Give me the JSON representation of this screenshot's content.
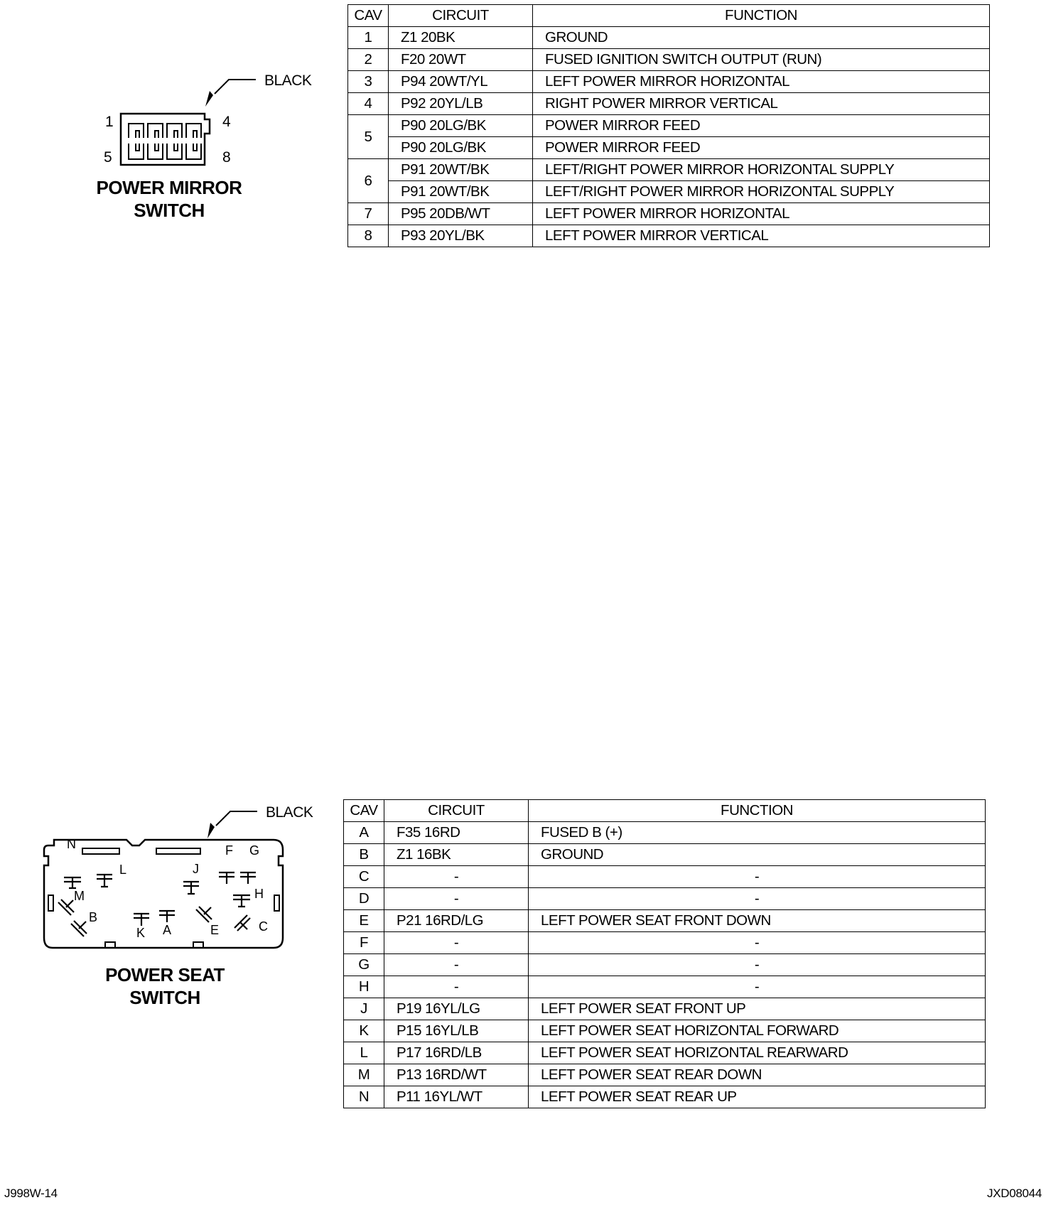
{
  "mirror": {
    "connector_color": "BLACK",
    "pin_labels": {
      "top_left": "1",
      "top_right": "4",
      "bottom_left": "5",
      "bottom_right": "8"
    },
    "title_line1": "POWER MIRROR",
    "title_line2": "SWITCH",
    "headers": {
      "cav": "CAV",
      "circuit": "CIRCUIT",
      "function": "FUNCTION"
    },
    "rows": [
      {
        "cav": "1",
        "circuit": "Z1 20BK",
        "function": "GROUND"
      },
      {
        "cav": "2",
        "circuit": "F20 20WT",
        "function": "FUSED IGNITION SWITCH OUTPUT (RUN)"
      },
      {
        "cav": "3",
        "circuit": "P94 20WT/YL",
        "function": "LEFT POWER MIRROR HORIZONTAL"
      },
      {
        "cav": "4",
        "circuit": "P92 20YL/LB",
        "function": "RIGHT POWER MIRROR VERTICAL"
      },
      {
        "cav": "5",
        "circuit": "P90 20LG/BK",
        "function": "POWER MIRROR FEED"
      },
      {
        "cav": "",
        "circuit": "P90 20LG/BK",
        "function": "POWER MIRROR FEED"
      },
      {
        "cav": "6",
        "circuit": "P91 20WT/BK",
        "function": "LEFT/RIGHT POWER MIRROR HORIZONTAL SUPPLY"
      },
      {
        "cav": "",
        "circuit": "P91 20WT/BK",
        "function": "LEFT/RIGHT POWER MIRROR HORIZONTAL SUPPLY"
      },
      {
        "cav": "7",
        "circuit": "P95 20DB/WT",
        "function": "LEFT POWER MIRROR HORIZONTAL"
      },
      {
        "cav": "8",
        "circuit": "P93 20YL/BK",
        "function": "LEFT POWER MIRROR VERTICAL"
      }
    ]
  },
  "seat": {
    "connector_color": "BLACK",
    "terminal_labels": [
      "N",
      "L",
      "J",
      "F",
      "G",
      "M",
      "H",
      "B",
      "K",
      "A",
      "E",
      "C"
    ],
    "title_line1": "POWER SEAT",
    "title_line2": "SWITCH",
    "headers": {
      "cav": "CAV",
      "circuit": "CIRCUIT",
      "function": "FUNCTION"
    },
    "rows": [
      {
        "cav": "A",
        "circuit": "F35 16RD",
        "function": "FUSED B (+)"
      },
      {
        "cav": "B",
        "circuit": "Z1 16BK",
        "function": "GROUND"
      },
      {
        "cav": "C",
        "circuit": "-",
        "function": "-"
      },
      {
        "cav": "D",
        "circuit": "-",
        "function": "-"
      },
      {
        "cav": "E",
        "circuit": "P21 16RD/LG",
        "function": "LEFT POWER SEAT FRONT DOWN"
      },
      {
        "cav": "F",
        "circuit": "-",
        "function": "-"
      },
      {
        "cav": "G",
        "circuit": "-",
        "function": "-"
      },
      {
        "cav": "H",
        "circuit": "-",
        "function": "-"
      },
      {
        "cav": "J",
        "circuit": "P19 16YL/LG",
        "function": "LEFT POWER SEAT FRONT UP"
      },
      {
        "cav": "K",
        "circuit": "P15 16YL/LB",
        "function": "LEFT POWER SEAT HORIZONTAL FORWARD"
      },
      {
        "cav": "L",
        "circuit": "P17 16RD/LB",
        "function": "LEFT POWER SEAT HORIZONTAL REARWARD"
      },
      {
        "cav": "M",
        "circuit": "P13 16RD/WT",
        "function": "LEFT POWER SEAT REAR DOWN"
      },
      {
        "cav": "N",
        "circuit": "P11 16YL/WT",
        "function": "LEFT POWER SEAT REAR UP"
      }
    ]
  },
  "footer": {
    "left_code": "J998W-14",
    "right_code": "JXD08044"
  }
}
